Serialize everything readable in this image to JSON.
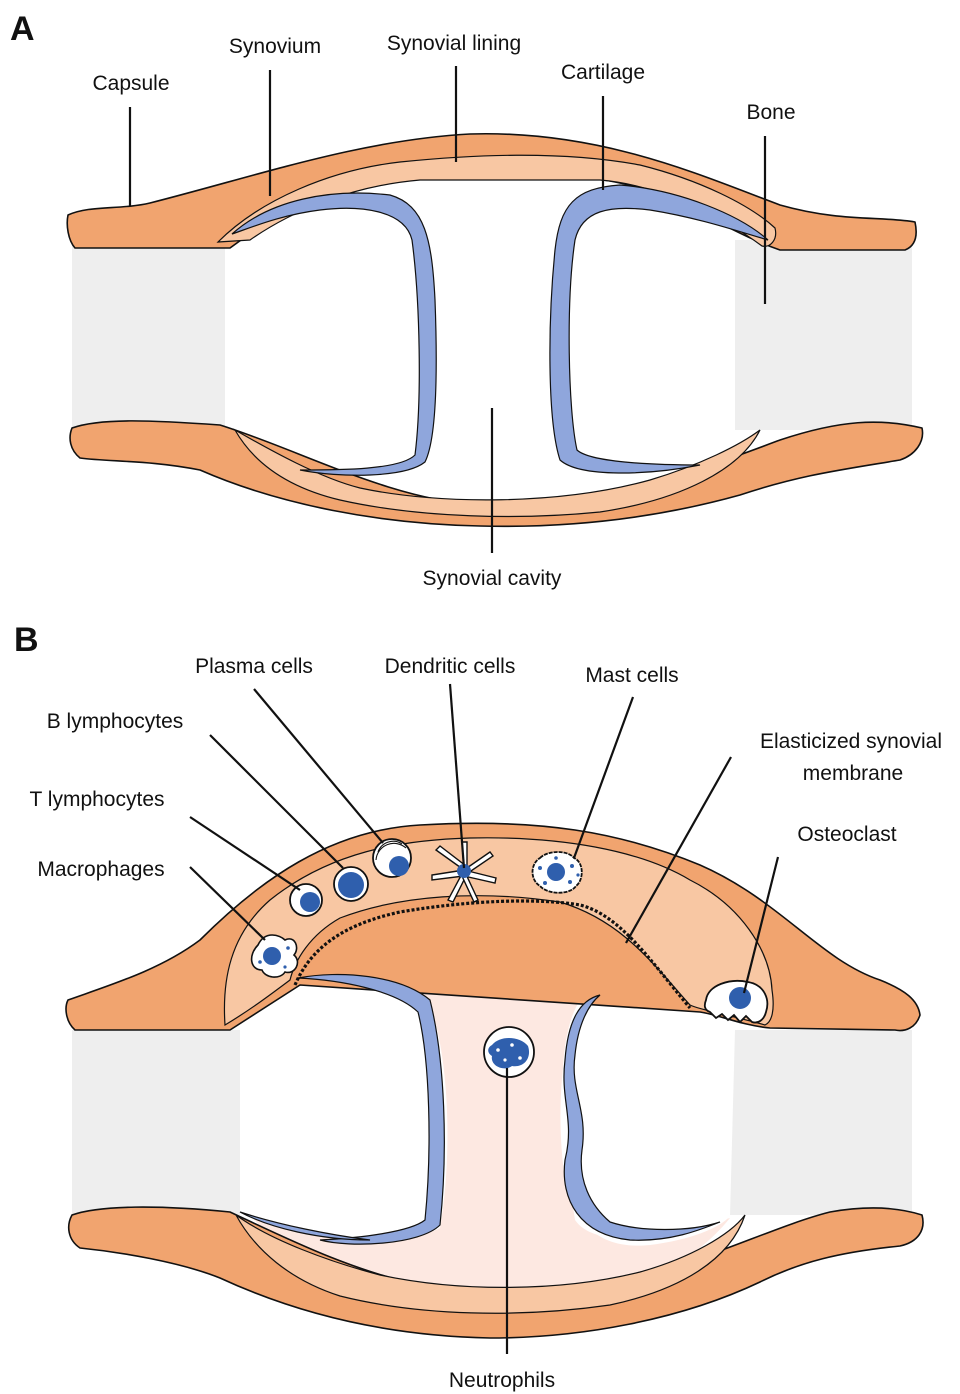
{
  "panels": {
    "a": {
      "letter": "A",
      "labels": {
        "capsule": "Capsule",
        "synovium": "Synovium",
        "synovial_lining": "Synovial lining",
        "cartilage": "Cartilage",
        "bone": "Bone",
        "synovial_cavity": "Synovial cavity"
      }
    },
    "b": {
      "letter": "B",
      "labels": {
        "plasma_cells": "Plasma cells",
        "dendritic_cells": "Dendritic cells",
        "mast_cells": "Mast cells",
        "b_lymphocytes": "B lymphocytes",
        "elasticized_membrane_line1": "Elasticized synovial",
        "elasticized_membrane_line2": "membrane",
        "t_lymphocytes": "T lymphocytes",
        "osteoclast": "Osteoclast",
        "macrophages": "Macrophages",
        "neutrophils": "Neutrophils"
      }
    }
  },
  "colors": {
    "capsule": "#f1a46f",
    "synovium": "#f8c7a3",
    "cartilage": "#8fa6dc",
    "bone": "#eeeeee",
    "cavity_inflamed": "#fde8e1",
    "cell_nucleus": "#2f5fad",
    "cell_body": "#ffffff"
  }
}
